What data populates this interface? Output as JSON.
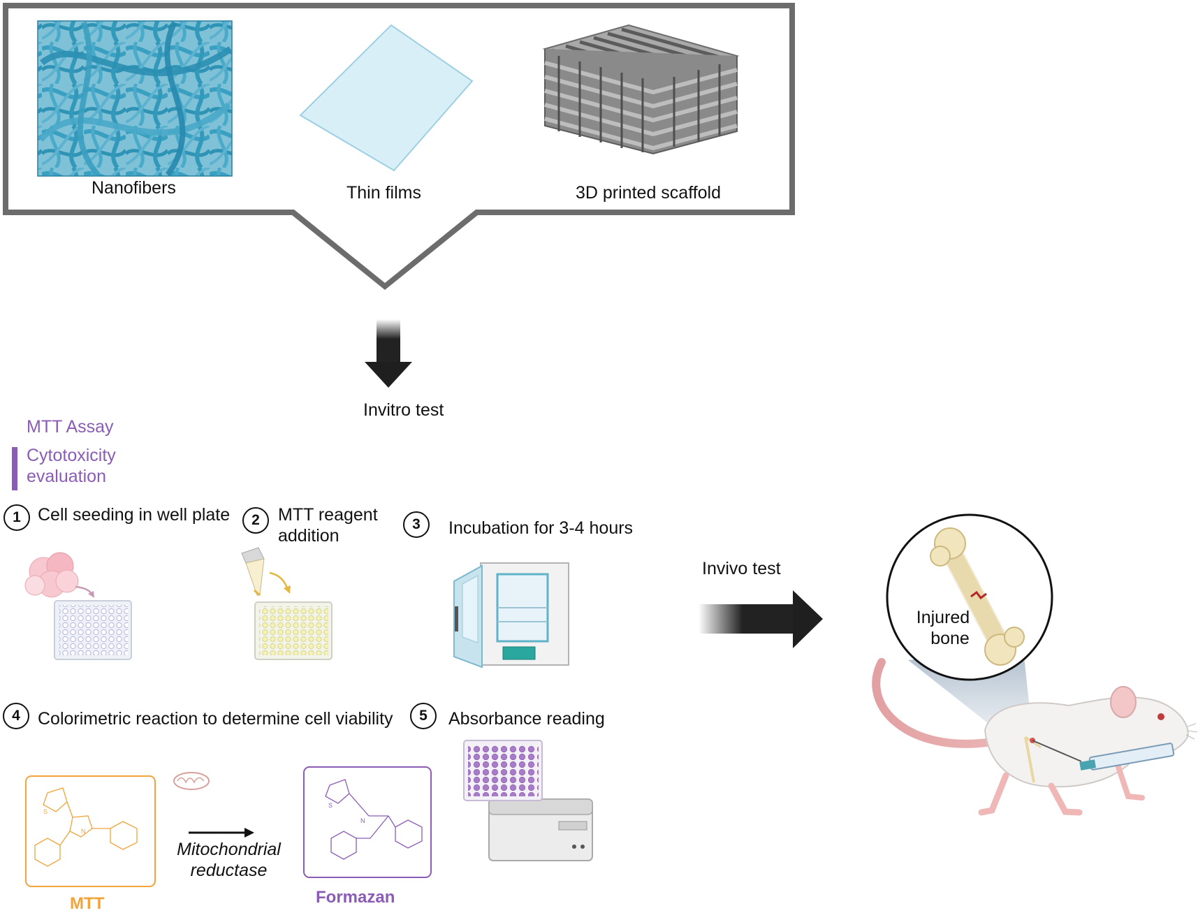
{
  "materials": {
    "nanofibers": "Nanofibers",
    "thin_films": "Thin films",
    "scaffold": "3D printed scaffold"
  },
  "invitro_label": "Invitro test",
  "invivo_label": "Invivo test",
  "assay": {
    "title": "MTT Assay",
    "subtitle_line1": "Cytotoxicity",
    "subtitle_line2": "evaluation",
    "accent_color": "#8a5cb5"
  },
  "steps": [
    {
      "number": "1",
      "line1": "Cell seeding in well plate",
      "line2": ""
    },
    {
      "number": "2",
      "line1": "MTT reagent",
      "line2": "addition"
    },
    {
      "number": "3",
      "line1": "Incubation for 3-4 hours",
      "line2": ""
    },
    {
      "number": "4",
      "line1": "Colorimetric reaction to determine cell viability",
      "line2": ""
    },
    {
      "number": "5",
      "line1": "Absorbance reading",
      "line2": ""
    }
  ],
  "reaction": {
    "reactant": "MTT",
    "enzyme_line1": "Mitochondrial",
    "enzyme_line2": "reductase",
    "product": "Formazan",
    "reactant_color": "#f2a33a",
    "product_color": "#8a5cb5"
  },
  "bone": {
    "line1": "Injured",
    "line2": "bone"
  }
}
